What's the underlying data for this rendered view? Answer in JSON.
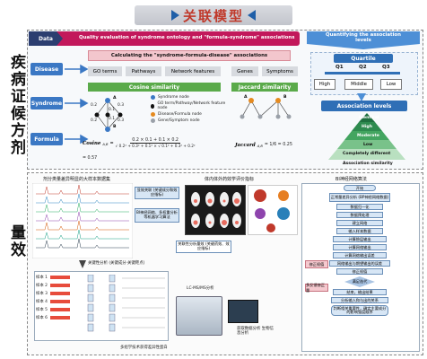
{
  "title": "关联模型",
  "side_labels": {
    "top": "疾病证候方剂",
    "bottom": "量效"
  },
  "top": {
    "data_label": "Data",
    "banner": "Quality evaluation of syndrome ontology and \"formula-syndrome\" associations",
    "calc_banner": "Calculating the \"syndrome-formula-disease\" associations",
    "rows": [
      "Disease",
      "Syndrome",
      "Formula"
    ],
    "attribute_boxes": [
      "GO terms",
      "Pathways",
      "Network features",
      "Genes",
      "Symptoms"
    ],
    "cosine_label": "Cosine similarity",
    "jaccard_label": "Jaccard similarity",
    "legend": [
      "Syndrome node",
      "GO term/Pathway/Network feature node",
      "Disease/Formula node",
      "Gene/Symptom node"
    ],
    "graph_labels": [
      "A",
      "B",
      "A",
      "B"
    ],
    "edge_weights": [
      "0.2",
      "0.1",
      "0.3",
      "0.2",
      "0.1",
      "0.3",
      "0.2"
    ],
    "cosine_formula": "Cosine",
    "cosine_sub": "A,B",
    "cosine_num": "0.2 × 0.1 + 0.1 × 0.2",
    "cosine_den": "√ 0.2² + 0.3² + 0.1² × √ 0.1² + 0.3² + 0.2²",
    "cosine_result": "= 0.57",
    "jaccard_formula": "Jaccard",
    "jaccard_sub": "A,B",
    "jaccard_eq": "= 1/6 = 0.25",
    "quantify_title": "Quantifying the association levels",
    "quartile_label": "Quartile",
    "quartiles": [
      "Q1",
      "Q2",
      "Q3"
    ],
    "level_words": [
      "High",
      "Middle",
      "Low"
    ],
    "assoc_levels_label": "Association levels",
    "pyramid": [
      "Identical",
      "High",
      "Moderate",
      "Low",
      "Completely different"
    ],
    "assoc_similarity": "Association similarity"
  },
  "bottom": {
    "sample_title": "剂分类量差异明显的大样本数据集",
    "mid_title": "体内体外药效学评价指标",
    "bi_title": "BI神经网络算法",
    "blue_tags": [
      "显效关联 (关键成分和效应指标)",
      "BI神经网络、多权重分析等机器学习算法"
    ],
    "effect_link": "关联性分析量效 (关键药效、效应指标)",
    "key_analysis": "关键性分析 (关键成分·关键靶点)",
    "samples": [
      "样本 1",
      "样本 2",
      "样本 3",
      "样本 4",
      "样本 5",
      "样本 6"
    ],
    "lcms": "LC-MS/MS分析",
    "data_analysis": "获取数据分析 生物信息分析",
    "bottom_caption": "多组学技术获得差异性蛋白",
    "flow_steps": [
      "开始",
      "正常量差异分析 (BP神经网络数据)",
      "数据归一化",
      "数据预处理",
      "建立网络",
      "输入样本数据",
      "计算隐层输出",
      "计算网络输出",
      "计算网络输出误差",
      "网络输出与期望输出的误差",
      "修正权值",
      "满足迭代",
      "结束，输出结果",
      "分析输入和与出的关系"
    ],
    "side_flow": [
      "修正权值",
      "多反馈修正量"
    ],
    "flow_end": "判断相关重要性，确定主要成分的影响强度顺序"
  }
}
